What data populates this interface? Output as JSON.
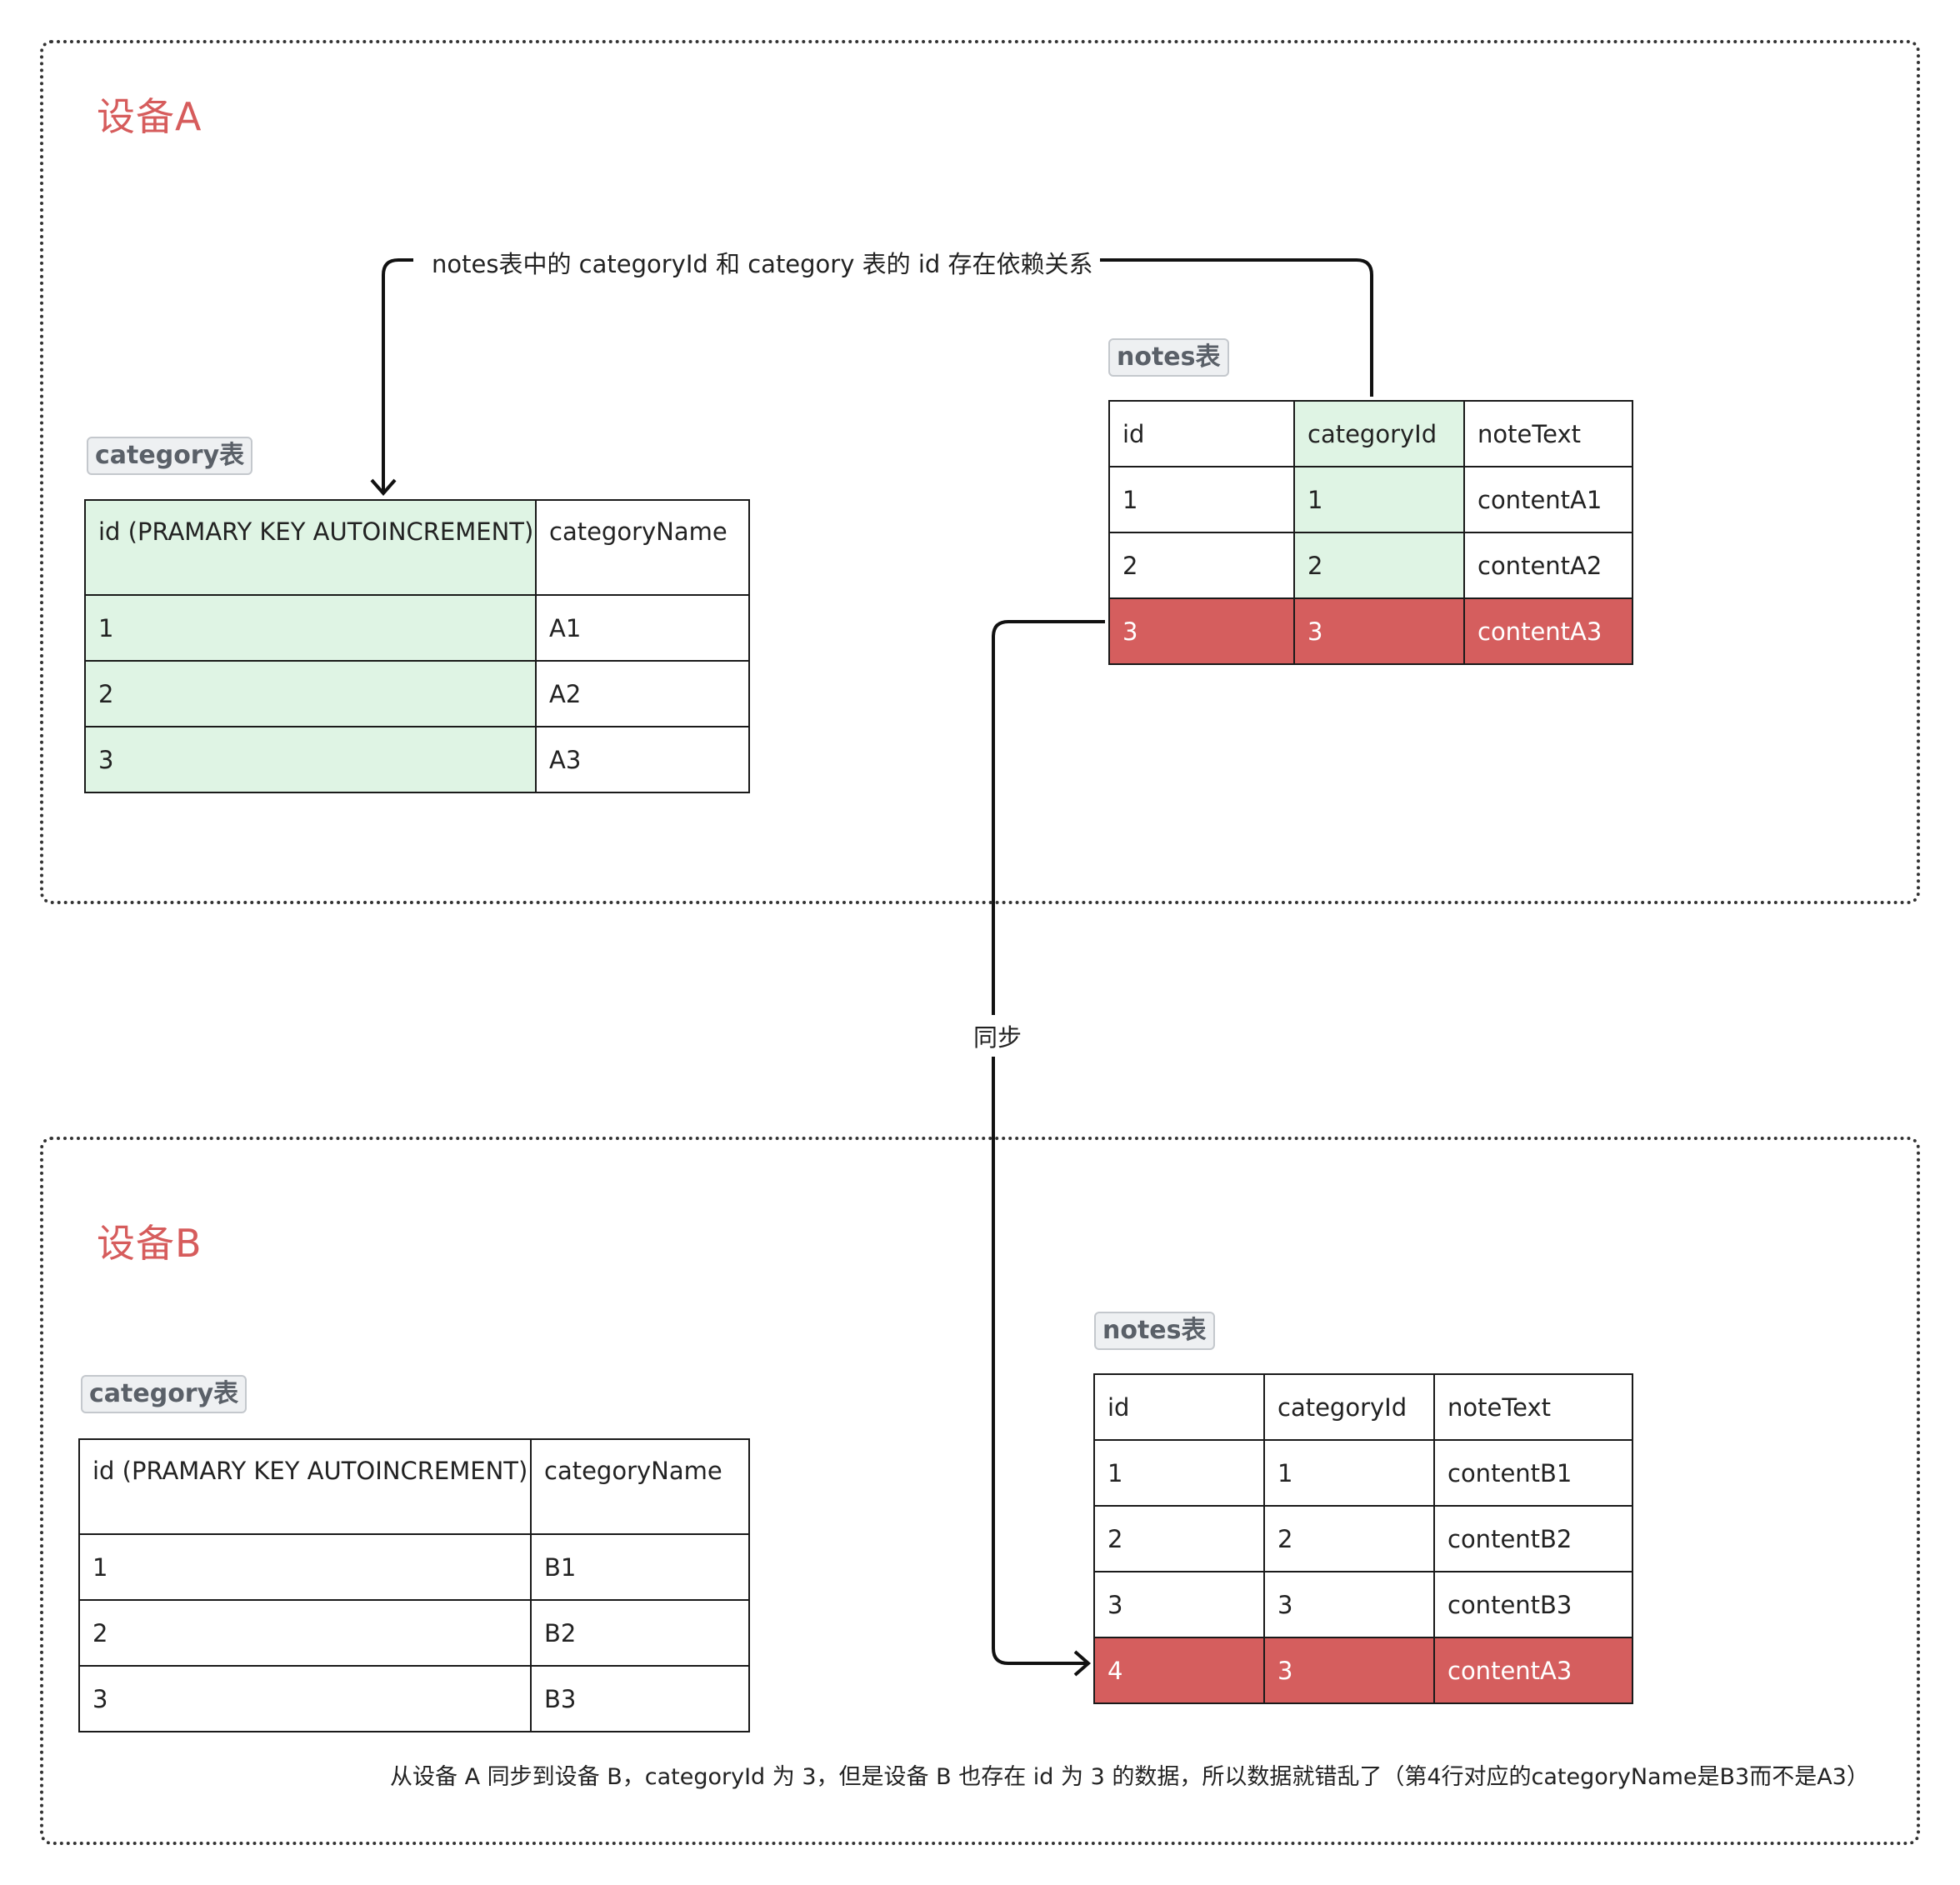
{
  "device_a": {
    "title": "设备A",
    "category": {
      "tag": "category表",
      "headers": [
        "id (PRAMARY KEY AUTOINCREMENT)",
        "categoryName"
      ],
      "rows": [
        [
          "1",
          "A1"
        ],
        [
          "2",
          "A2"
        ],
        [
          "3",
          "A3"
        ]
      ]
    },
    "notes": {
      "tag": "notes表",
      "headers": [
        "id",
        "categoryId",
        "noteText"
      ],
      "rows": [
        [
          "1",
          "1",
          "contentA1"
        ],
        [
          "2",
          "2",
          "contentA2"
        ],
        [
          "3",
          "3",
          "contentA3"
        ]
      ]
    },
    "relation_label": "notes表中的 categoryId 和 category 表的 id 存在依赖关系"
  },
  "sync_label": "同步",
  "device_b": {
    "title": "设备B",
    "category": {
      "tag": "category表",
      "headers": [
        "id (PRAMARY KEY AUTOINCREMENT)",
        "categoryName"
      ],
      "rows": [
        [
          "1",
          "B1"
        ],
        [
          "2",
          "B2"
        ],
        [
          "3",
          "B3"
        ]
      ]
    },
    "notes": {
      "tag": "notes表",
      "headers": [
        "id",
        "categoryId",
        "noteText"
      ],
      "rows": [
        [
          "1",
          "1",
          "contentB1"
        ],
        [
          "2",
          "2",
          "contentB2"
        ],
        [
          "3",
          "3",
          "contentB3"
        ],
        [
          "4",
          "3",
          "contentA3"
        ]
      ]
    },
    "footnote": "从设备 A 同步到设备 B，categoryId 为 3，但是设备 B 也存在 id 为 3 的数据，所以数据就错乱了（第4行对应的categoryName是B3而不是A3）"
  }
}
